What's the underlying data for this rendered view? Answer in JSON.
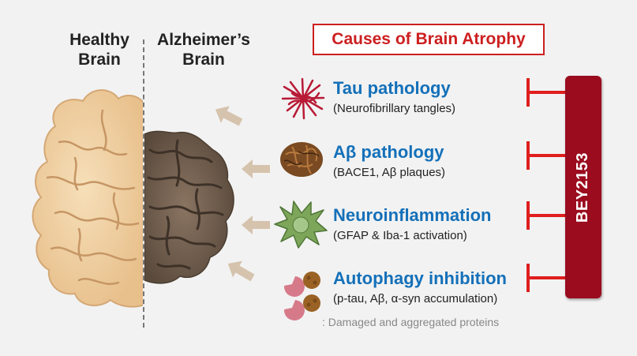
{
  "labels": {
    "healthy_line1": "Healthy",
    "healthy_line2": "Brain",
    "alz_line1": "Alzheimer’s",
    "alz_line2": "Brain"
  },
  "causes_header": "Causes of Brain Atrophy",
  "causes": [
    {
      "title": "Tau pathology",
      "subtitle": "(Neurofibrillary tangles)",
      "icon": "tangle-icon"
    },
    {
      "title": "Aβ pathology",
      "subtitle": "(BACE1, Aβ plaques)",
      "icon": "plaque-icon"
    },
    {
      "title": "Neuroinflammation",
      "subtitle": "(GFAP & Iba-1 activation)",
      "icon": "glial-cell-icon"
    },
    {
      "title": "Autophagy inhibition",
      "subtitle": "(p-tau, Aβ, α-syn accumulation)",
      "icon": "aggregated-proteins-icon"
    }
  ],
  "note": ": Damaged and aggregated proteins",
  "drug": "BEY2153",
  "colors": {
    "accent_red": "#cc1f1f",
    "title_blue": "#1470b9",
    "drug_bar": "#9a0c1e",
    "healthy_brain": "#f0d3a6",
    "atrophy_brain": "#6e5a48",
    "arrow": "#d6c3ad"
  }
}
